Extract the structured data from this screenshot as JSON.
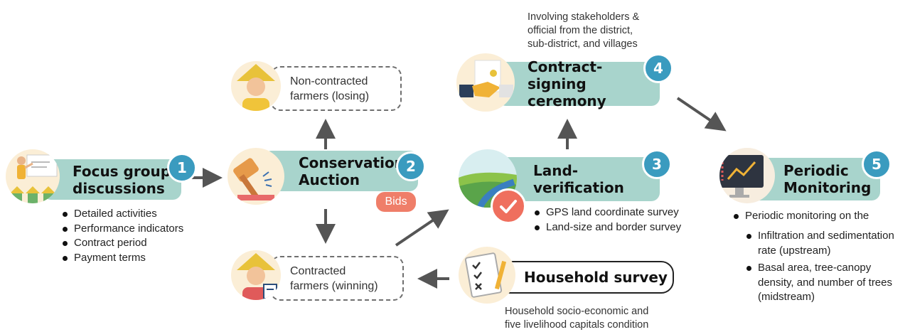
{
  "steps": {
    "focus": {
      "number": "1",
      "label": "Focus group\ndiscussions",
      "icon": "presentation-icon"
    },
    "auction": {
      "number": "2",
      "label": "Conservation\nAuction",
      "icon": "gavel-icon",
      "badge": "Bids"
    },
    "land": {
      "number": "3",
      "label": "Land-\nverification",
      "icon": "landscape-check-icon"
    },
    "contract": {
      "number": "4",
      "label": "Contract-\nsigning ceremony",
      "icon": "handshake-icon"
    },
    "monitoring": {
      "number": "5",
      "label": "Periodic\nMonitoring",
      "icon": "monitor-chart-icon"
    }
  },
  "focus_bullets": [
    "Detailed activities",
    "Performance indicators",
    "Contract period",
    "Payment terms"
  ],
  "land_bullets": [
    "GPS land coordinate survey",
    "Land-size and border survey"
  ],
  "contract_note": "Involving stakeholders &\nofficial from the district,\nsub-district, and villages",
  "monitoring": {
    "intro": "Periodic monitoring on the",
    "items": [
      "Infiltration and sedimentation\nrate (upstream)",
      "Basal area, tree-canopy\ndensity, and number of trees\n(midstream)"
    ]
  },
  "farmers": {
    "losing": {
      "label": "Non-contracted\nfarmers (losing)",
      "icon": "farmer-icon"
    },
    "winning": {
      "label": "Contracted\nfarmers (winning)",
      "icon": "farmer-certificate-icon"
    }
  },
  "household": {
    "title": "Household survey",
    "note": "Household socio-economic and\nfive livelihood capitals condition",
    "icon": "checklist-icon"
  },
  "colors": {
    "pill": "#a8d4cc",
    "number_badge": "#3a9bbf",
    "bids": "#ef7e69",
    "arrow": "#555555"
  }
}
